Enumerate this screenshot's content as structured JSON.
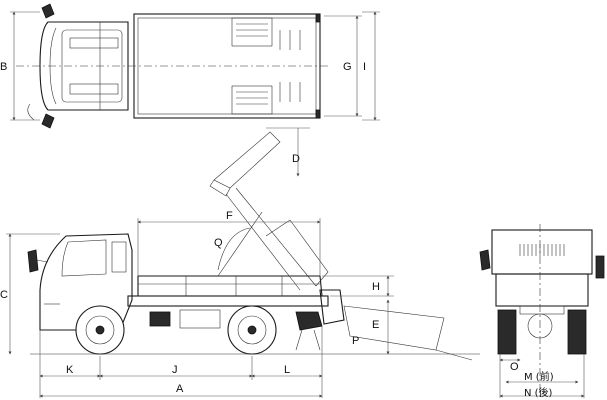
{
  "diagram": {
    "labels": {
      "A": "A",
      "B": "B",
      "C": "C",
      "D": "D",
      "E": "E",
      "F": "F",
      "G": "G",
      "H": "H",
      "I": "I",
      "J": "J",
      "K": "K",
      "L": "L",
      "O": "O",
      "P": "P",
      "Q": "Q",
      "M": "M (前)",
      "N": "N (後)"
    }
  }
}
